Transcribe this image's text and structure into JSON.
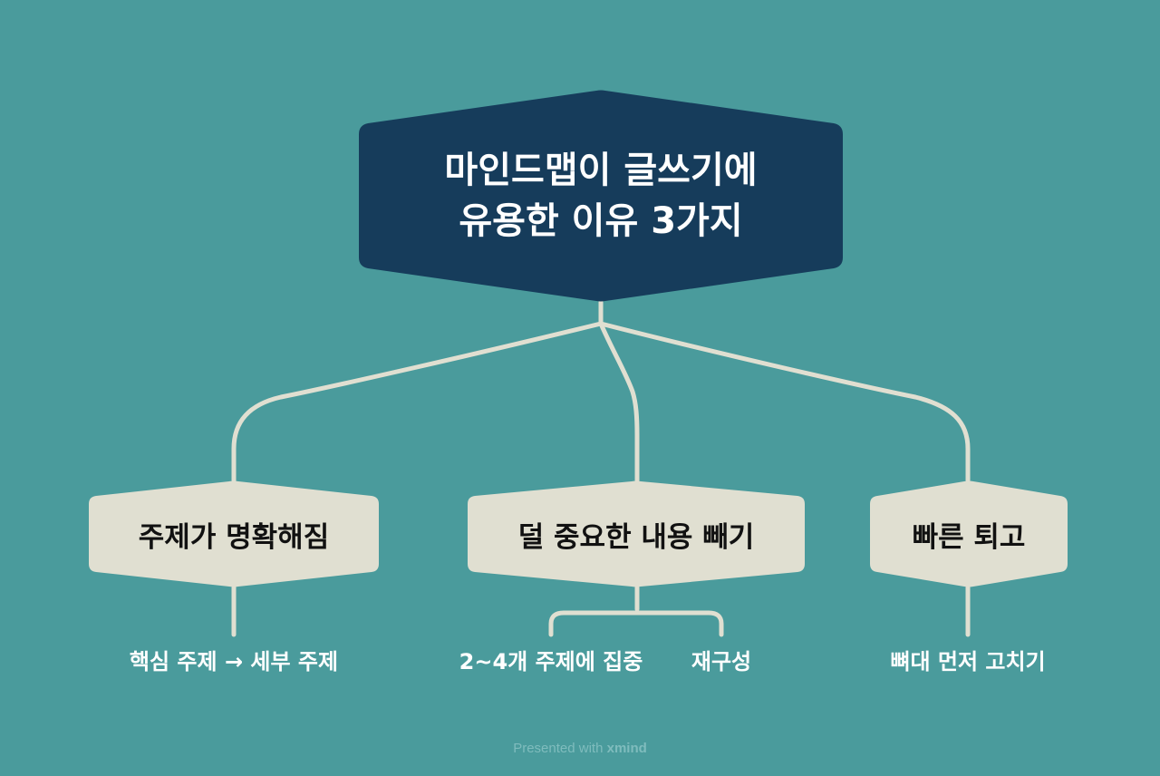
{
  "colors": {
    "background": "#4a9b9c",
    "root_fill": "#163c5b",
    "branch_fill": "#e0dfd1",
    "connector": "#e0dfd1"
  },
  "root": {
    "lines": [
      "마인드맵이 글쓰기에",
      "유용한 이유 3가지"
    ]
  },
  "branches": [
    {
      "label": "주제가 명확해짐",
      "children": [
        "핵심 주제 → 세부 주제"
      ]
    },
    {
      "label": "덜 중요한 내용 빼기",
      "children": [
        "2~4개 주제에 집중",
        "재구성"
      ]
    },
    {
      "label": "빠른 퇴고",
      "children": [
        "뼈대 먼저 고치기"
      ]
    }
  ],
  "footer": {
    "prefix": "Presented with",
    "brand": "xmind"
  }
}
